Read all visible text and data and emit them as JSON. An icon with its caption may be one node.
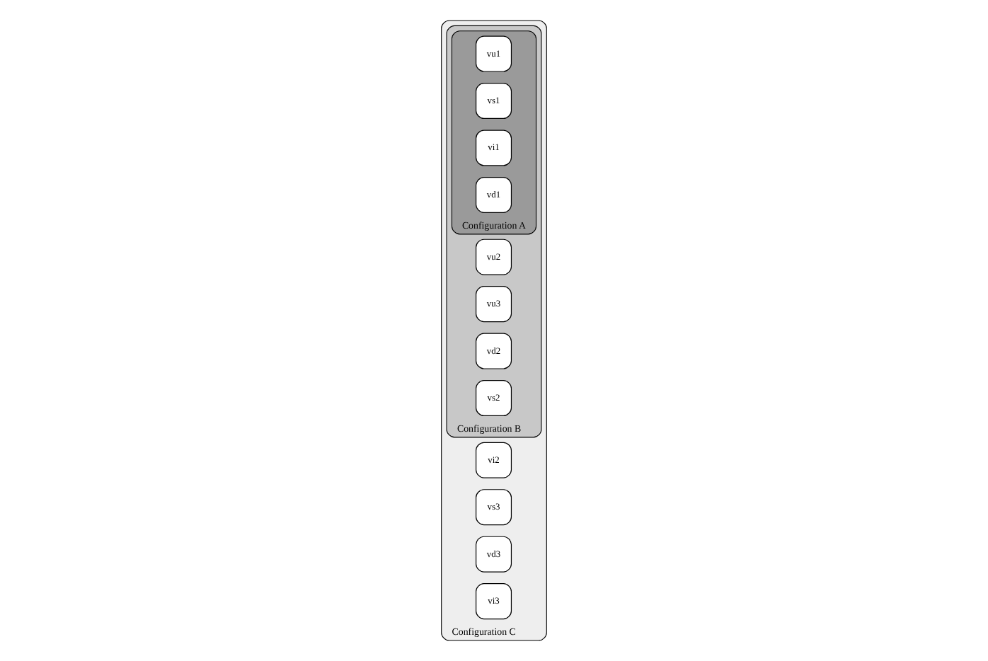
{
  "diagram": {
    "nodes": [
      {
        "text": [
          "Configuration C"
        ]
      },
      {
        "text": [
          "Configuration B"
        ],
        "in": 0
      },
      {
        "text": [
          "Configuration A"
        ],
        "in": 1
      },
      {
        "text": [
          "vu1"
        ],
        "in": 2
      },
      {
        "text": [
          "vs1"
        ],
        "in": 2
      },
      {
        "text": [
          "vi1"
        ],
        "in": 2
      },
      {
        "text": [
          "vd1"
        ],
        "in": 2
      },
      {
        "text": [
          "vu2"
        ],
        "in": 1
      },
      {
        "text": [
          "vu3"
        ],
        "in": 1
      },
      {
        "text": [
          "vd2"
        ],
        "in": 1
      },
      {
        "text": [
          "vs2"
        ],
        "in": 1
      },
      {
        "text": [
          "vi2"
        ],
        "in": 0
      },
      {
        "text": [
          "vs3"
        ],
        "in": 0
      },
      {
        "text": [
          "vd3"
        ],
        "in": 0
      },
      {
        "text": [
          "vi3"
        ],
        "in": 0
      }
    ],
    "edges": []
  }
}
